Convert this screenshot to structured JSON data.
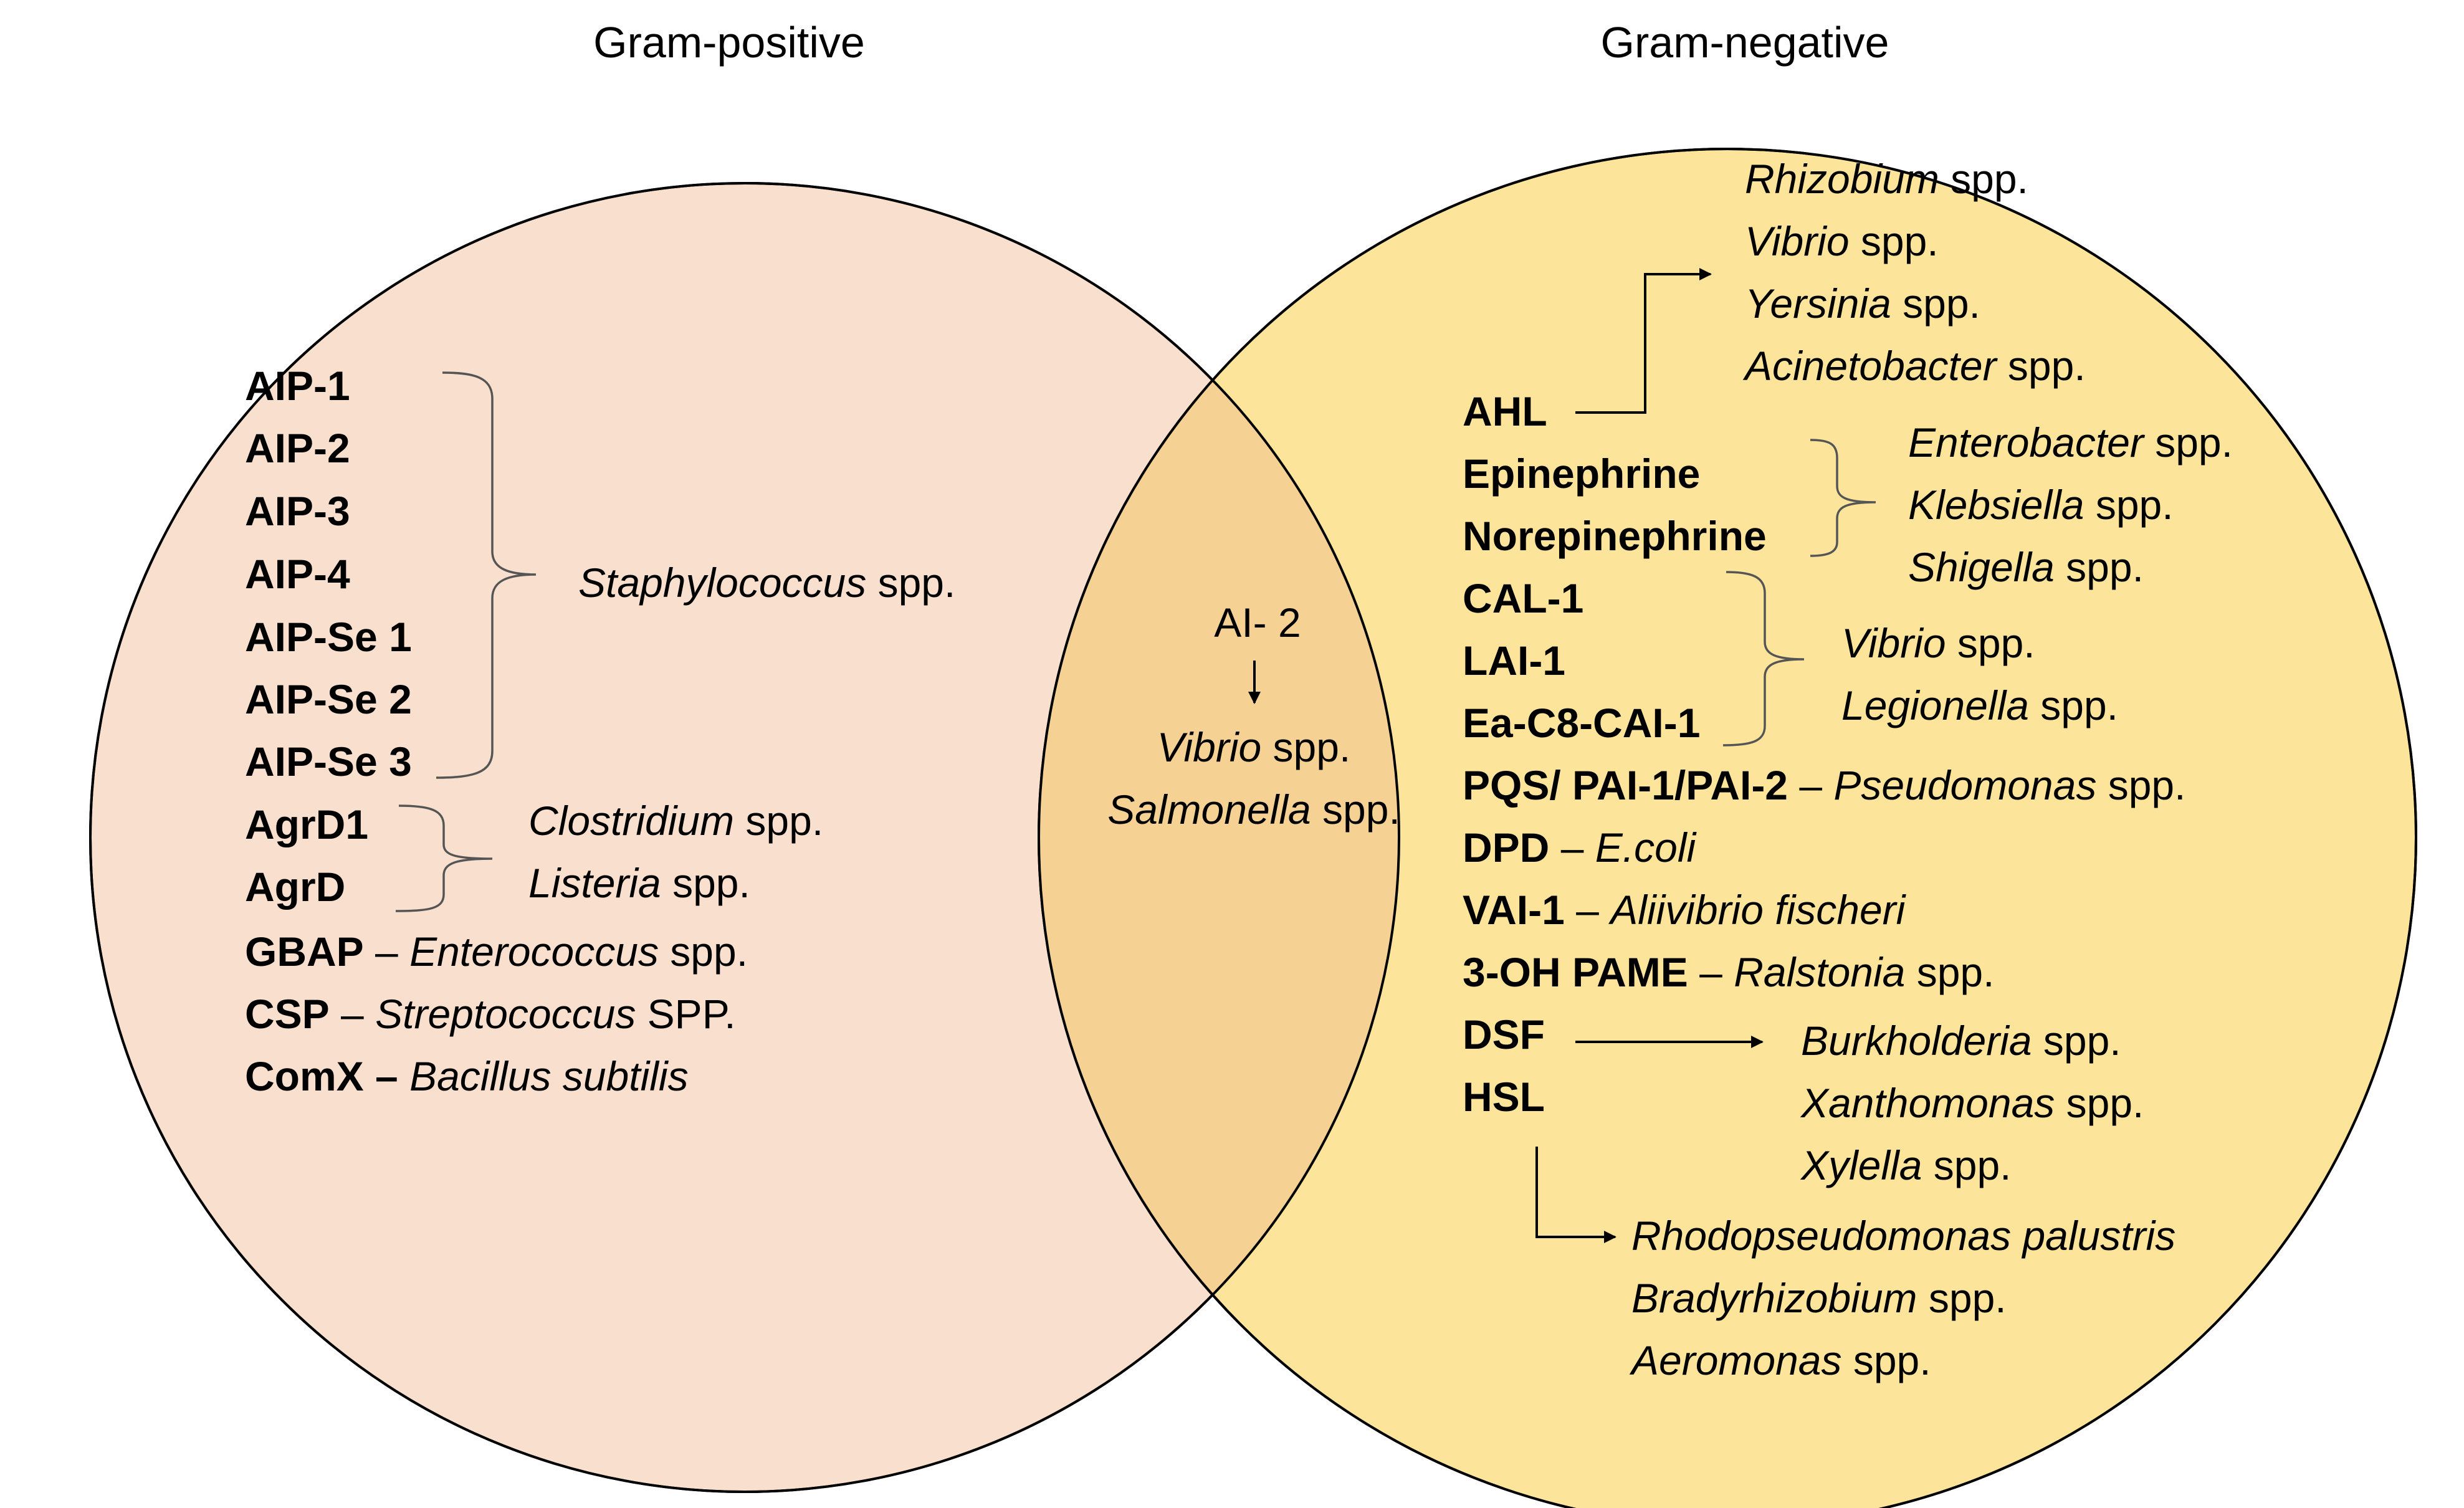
{
  "titles": {
    "left": "Gram-positive",
    "right": "Gram-negative"
  },
  "colors": {
    "left_circle": "#f9dfcd",
    "right_circle": "#fce49b",
    "overlap": "#f5d194",
    "outline": "#000000"
  },
  "left": {
    "aip_group": [
      "AIP-1",
      "AIP-2",
      "AIP-3",
      "AIP-4",
      "AIP-Se 1",
      "AIP-Se 2",
      "AIP-Se 3"
    ],
    "aip_species": {
      "genus": "Staphylococcus",
      "suffix": " spp."
    },
    "agr_group": [
      "AgrD1",
      "AgrD"
    ],
    "agr_species": [
      {
        "genus": "Clostridium",
        "suffix": " spp."
      },
      {
        "genus": "Listeria",
        "suffix": " spp."
      }
    ],
    "single_rows": [
      {
        "signal": "GBAP",
        "sep": " – ",
        "genus": "Enterococcus",
        "suffix": " spp."
      },
      {
        "signal": "CSP",
        "sep": " – ",
        "genus": "Streptococcus",
        "suffix": " SPP."
      },
      {
        "signal": "ComX –",
        "sep": " ",
        "genus": "Bacillus subtilis",
        "suffix": ""
      }
    ]
  },
  "center": {
    "signal": "AI- 2",
    "species": [
      {
        "genus": "Vibrio",
        "suffix": " spp."
      },
      {
        "genus": "Salmonella",
        "suffix": " spp."
      }
    ]
  },
  "right": {
    "ahl": {
      "signal": "AHL",
      "species": [
        {
          "genus": "Rhizobium",
          "suffix": " spp."
        },
        {
          "genus": "Vibrio ",
          "suffix": " spp."
        },
        {
          "genus": "Yersinia",
          "suffix": " spp."
        },
        {
          "genus": "Acinetobacter",
          "suffix": " spp."
        }
      ]
    },
    "catecholamines": {
      "signals": [
        "Epinephrine",
        "Norepinephrine"
      ],
      "species": [
        {
          "genus": "Enterobacter",
          "suffix": " spp."
        },
        {
          "genus": "Klebsiella",
          "suffix": " spp."
        },
        {
          "genus": "Shigella",
          "suffix": " spp."
        }
      ]
    },
    "cai_group": {
      "signals": [
        "CAL-1",
        "LAI-1",
        "Ea-C8-CAI-1"
      ],
      "species": [
        {
          "genus": "Vibrio",
          "suffix": " spp."
        },
        {
          "genus": "Legionella",
          "suffix": " spp."
        }
      ]
    },
    "single_rows": [
      {
        "signal": "PQS/ PAI-1/PAI-2",
        "sep": " – ",
        "genus": "Pseudomonas",
        "suffix": " spp."
      },
      {
        "signal": "DPD",
        "sep": " – ",
        "genus": "E.coli",
        "suffix": ""
      },
      {
        "signal": "VAI-1",
        "sep": " – ",
        "genus": "Aliivibrio fischeri",
        "suffix": ""
      },
      {
        "signal": "3-OH PAME",
        "sep": " – ",
        "genus": "Ralstonia",
        "suffix": " spp."
      }
    ],
    "dsf": {
      "signal": "DSF",
      "species": [
        {
          "genus": "Burkholderia",
          "suffix": " spp."
        },
        {
          "genus": "Xanthomonas",
          "suffix": " spp."
        },
        {
          "genus": "Xylella",
          "suffix": " spp."
        }
      ]
    },
    "hsl": {
      "signal": "HSL",
      "species": [
        {
          "genus": "Rhodopseudomonas palustris",
          "suffix": ""
        },
        {
          "genus": "Bradyrhizobium",
          "suffix": " spp."
        },
        {
          "genus": "Aeromonas",
          "suffix": " spp."
        }
      ]
    }
  }
}
